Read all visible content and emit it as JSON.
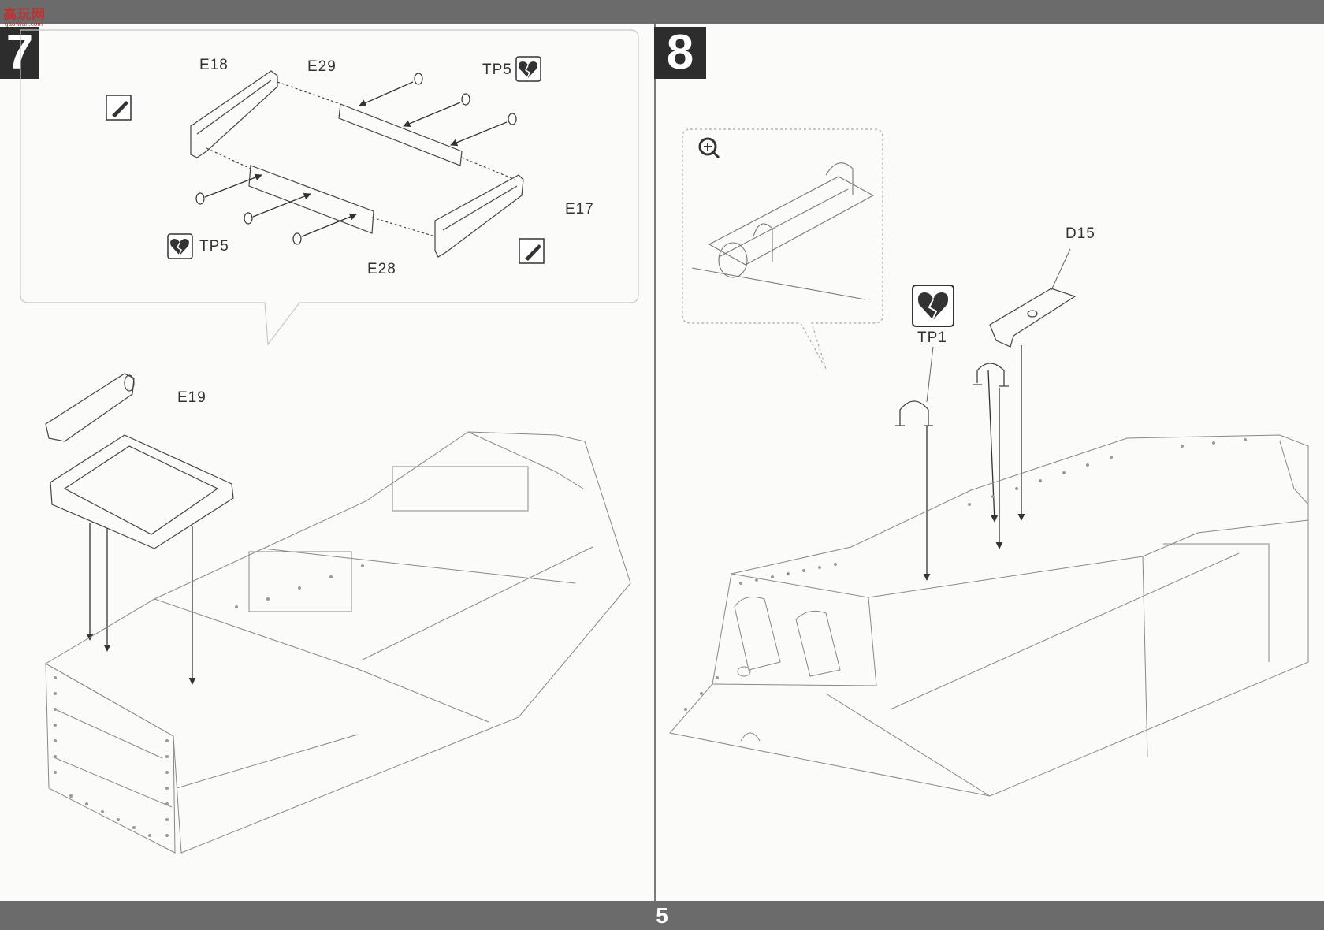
{
  "watermark": {
    "text": "高玩网",
    "sub": "gao-wan.com"
  },
  "page_number": "5",
  "step7": {
    "number": "7",
    "labels": {
      "e18": "E18",
      "e29": "E29",
      "tp5_top": "TP5",
      "e17": "E17",
      "tp5_left": "TP5",
      "e28": "E28",
      "e19": "E19"
    },
    "icons": [
      "glue-icon",
      "glue-icon",
      "photo-etch-broken-heart-icon",
      "photo-etch-broken-heart-icon"
    ]
  },
  "step8": {
    "number": "8",
    "labels": {
      "d15": "D15",
      "tp1": "TP1"
    },
    "icons": [
      "zoom-in-icon",
      "photo-etch-broken-heart-icon"
    ]
  }
}
